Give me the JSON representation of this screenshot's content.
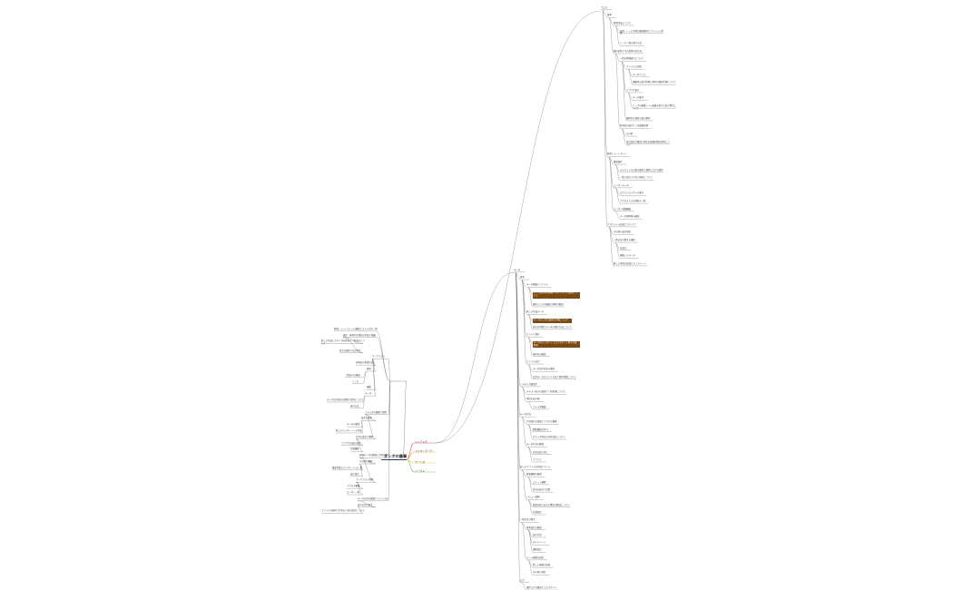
{
  "central": {
    "title": "ダンボの農事"
  },
  "main_branches": [
    {
      "label": "ツイアルモ",
      "color": "#e8544c"
    },
    {
      "label": "ファウンデーテ",
      "color": "#f2a33a"
    },
    {
      "label": "ワーレタ",
      "color": "#f5d33c"
    },
    {
      "label": "シークレ",
      "color": "#7ec46a"
    }
  ],
  "clusters": {
    "top": [
      "ブロス",
      "基本",
      "新規作成について",
      "新規・レシピ名称の確認順序とバージョン管理",
      "レシピ一覧の表示方法",
      "親の名称と子の名称の区分は",
      "一覧の関連表示について",
      "ファイルの比較",
      "データベース",
      "編集時の表示切替と保存の確認手順について",
      "ブラウザ表示",
      "データ操作",
      "トップの編集ツール画面の表示と並び替えについて",
      "選択中の項目の表示順序",
      "各項目の設定と一括変更処理",
      "その他",
      "表示設定の確認と現在の画面状態の保存について",
      "新規ショートカット",
      "確認操作",
      "テキストメモの表示順序と選択した行の操作",
      "一覧で表示されない項目について",
      "ユーザーデータ",
      "ログインユーザーの表示",
      "アクセスできる項目の一覧",
      "ユーザー管理機能",
      "データ削除時の確認",
      "アカウントの追加とグループ",
      "その他の設定項目",
      "一覧の並び替えの順序",
      "注意点",
      "編集したデータ",
      "新しい項目の追加とテンプレート"
    ],
    "middle_right": [
      "データ",
      "基本",
      "データ編集とファイル",
      "データ保存時の自動バックアップと復元について",
      "選択した行の編集と削除の確認",
      "新しい作成データ",
      "データの入力と確認の手順について",
      "表示の切替とデータの保存方法について",
      "ファイル保存",
      "データのインポートとエクスポート時の注意事項",
      "保存先の確認",
      "ファイル出力",
      "データ出力形式の選択",
      "出力データのファイル名と保存場所について",
      "システム共通設定",
      "テキスト表示の変更と一括処理について",
      "項目の表示順",
      "フォルダ構成",
      "データ共有",
      "共有設定の変更とアクセス権限",
      "閲覧権限の付与",
      "グループ単位の共有設定について",
      "データ共有の確認",
      "共有の取り消し",
      "ブランチ",
      "新しいブランチの作成とマージ",
      "変更履歴の確認",
      "コミット履歴",
      "差分の表示と比較",
      "レビュー依頼",
      "変更の取り込みと競合の解決について",
      "共通設定",
      "一覧の並び替え",
      "基本設定の確認",
      "表示言語",
      "タイムゾーン",
      "通知設定",
      "メール通知の設定",
      "新しい通知の追加",
      "その他の項目",
      "ログ",
      "操作ログの確認とエクスポート"
    ],
    "left": [
      "新規ショートカットの確認とフォルダの一覧",
      "操作：基本的な項目の作成と編集",
      "新しい作成したデータの保存と一覧表示について",
      "表示の順序と並び替え",
      "ワークフロー",
      "各項目の処理方法",
      "基本",
      "一覧表示の確認",
      "レシピ",
      "編集",
      "データ",
      "データ出力形式の選択と保存について",
      "表示方法",
      "フォルダの整理と削除",
      "設定の変更",
      "データの確認",
      "新しいテンプレートの作成",
      "共有の設定と解除",
      "ブラウザの表示設定",
      "作業履歴",
      "詳細データの確認と共有設定",
      "その他の機能",
      "確認作業とテンプレートの一覧",
      "表示設定",
      "ワークフロー管理",
      "アクセス権限",
      "ユーザー一覧",
      "データ出力の確認とファイル名",
      "表示の切り替え",
      "ファイルの保存と共有のための設定について"
    ]
  }
}
